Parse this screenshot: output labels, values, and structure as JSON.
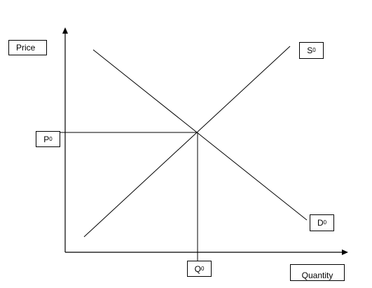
{
  "labels": {
    "price": "Price",
    "quantity": "Quantity",
    "supply_letter": "S",
    "supply_sub": "0",
    "demand_letter": "D",
    "demand_sub": "0",
    "price_eq_letter": "P",
    "price_eq_sub": "0",
    "quantity_eq_letter": "Q",
    "quantity_eq_sub": "0"
  },
  "colors": {
    "line": "#000000",
    "background": "#ffffff"
  }
}
